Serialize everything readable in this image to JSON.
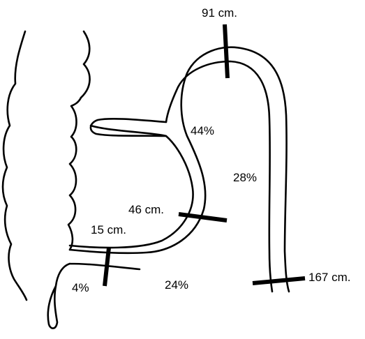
{
  "labels": {
    "distance_91": "91 cm.",
    "distance_46": "46 cm.",
    "distance_15": "15 cm.",
    "distance_167": "167 cm.",
    "percent_44": "44%",
    "percent_28": "28%",
    "percent_24": "24%",
    "percent_4": "4%"
  }
}
